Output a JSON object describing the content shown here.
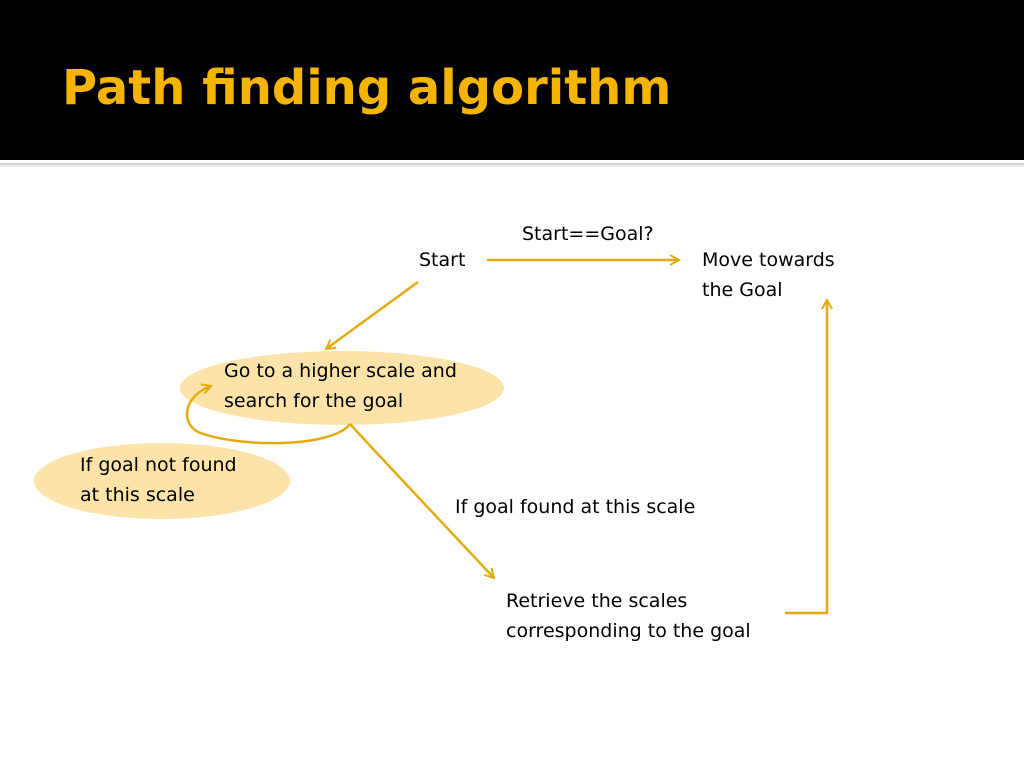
{
  "slide": {
    "title": "Path finding algorithm"
  },
  "colors": {
    "title": "#f5b400",
    "arrow": "#e3ab12",
    "highlight": "#fbe3a9",
    "header_bg": "#000000"
  },
  "diagram": {
    "nodes": {
      "start": "Start",
      "condition": "Start==Goal?",
      "move": "Move towards\nthe Goal",
      "higher_scale": "Go to a higher scale and\nsearch for the goal",
      "not_found": "If goal not found\nat this scale",
      "found": "If goal found at this scale",
      "retrieve": "Retrieve the scales\ncorresponding to the goal"
    }
  }
}
